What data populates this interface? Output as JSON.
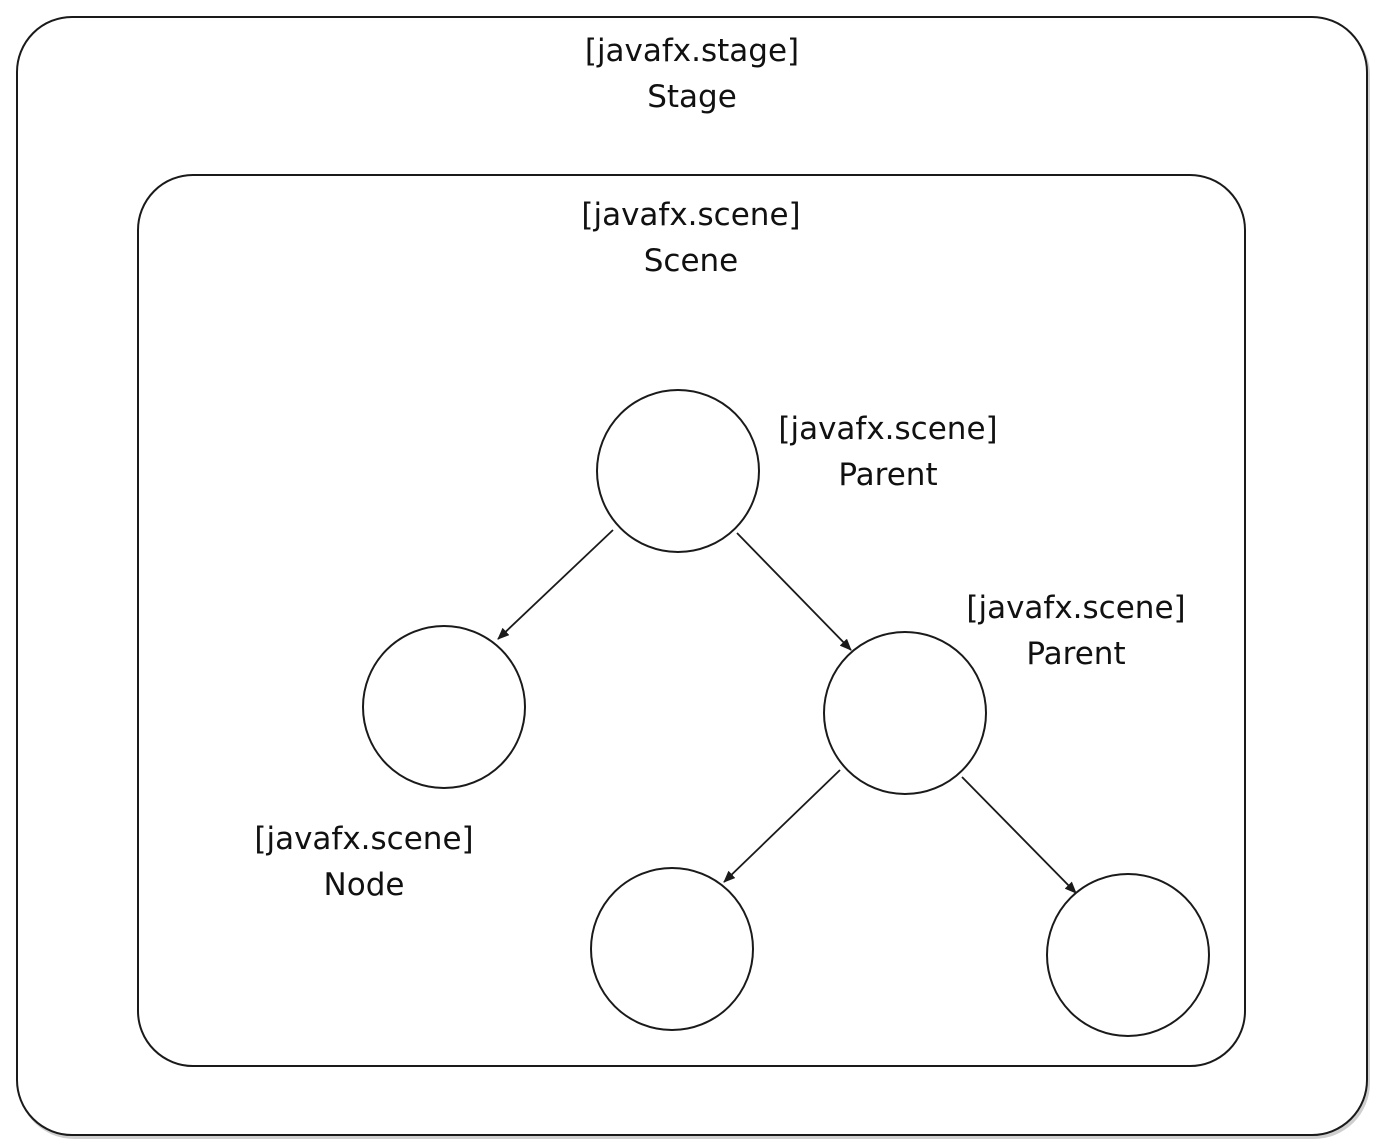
{
  "stage": {
    "package": "[javafx.stage]",
    "name": "Stage"
  },
  "scene": {
    "package": "[javafx.scene]",
    "name": "Scene"
  },
  "parent_root": {
    "package": "[javafx.scene]",
    "name": "Parent"
  },
  "parent_child": {
    "package": "[javafx.scene]",
    "name": "Parent"
  },
  "node_leaf": {
    "package": "[javafx.scene]",
    "name": "Node"
  },
  "colors": {
    "stroke": "#1a1a1a",
    "background": "#ffffff"
  }
}
